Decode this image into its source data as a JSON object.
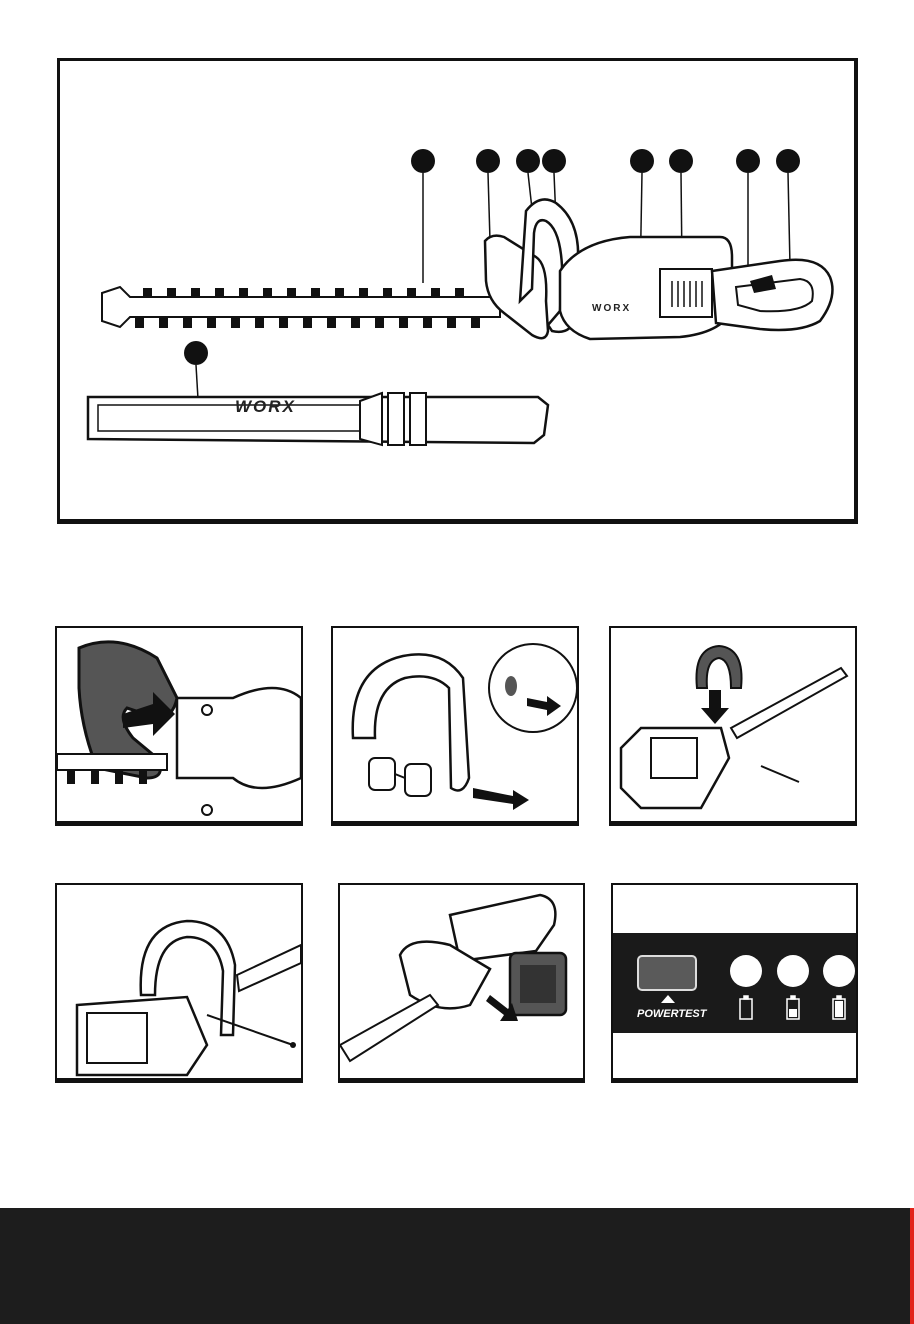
{
  "overview": {
    "brand_text": "WORX",
    "callout_count": 9
  },
  "steps": [
    {
      "name": "fit-blade-guard"
    },
    {
      "name": "remove-handle-pin"
    },
    {
      "name": "attach-front-handle"
    },
    {
      "name": "insert-handle-pin"
    },
    {
      "name": "insert-battery"
    },
    {
      "name": "battery-indicator"
    }
  ],
  "power_test": {
    "label": "POWERTEST",
    "levels": [
      "low",
      "medium",
      "full"
    ]
  },
  "colors": {
    "ink": "#111111",
    "footer": "#1d1d1d",
    "accent": "#e2231a",
    "panel_dark": "#1a1a1a",
    "button_grey": "#5a5a5a"
  }
}
